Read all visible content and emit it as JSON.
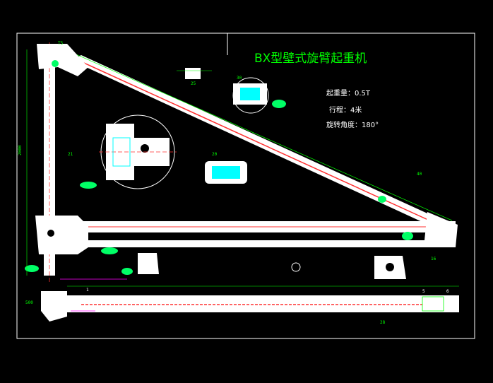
{
  "drawing": {
    "title": "BX型壁式旋臂起重机",
    "specs": [
      {
        "label": "起重量",
        "value": "0.5T"
      },
      {
        "label": "行程",
        "value": "4米"
      },
      {
        "label": "旋转角度",
        "value": "180°"
      }
    ],
    "spec_lines": [
      "起重量：0.5T",
      "行程：4米",
      "旋转角度：180°"
    ],
    "colors": {
      "background": "#000000",
      "frame": "#ffffff",
      "title": "#00ff00",
      "dimension": "#00ff00",
      "structure": "#ffffff",
      "rail": "#ff0000",
      "detail": "#00ffff",
      "accent": "#ff00ff",
      "highlight": "#00ff66"
    },
    "labels": {
      "top_left": "T5",
      "dim_vertical": "2000",
      "dim_lower": "500",
      "small_1": "21",
      "small_2": "20",
      "small_3": "40",
      "small_4": "25",
      "small_5": "30",
      "small_6": "16",
      "small_7": "28",
      "tag_a": "1",
      "tag_b": "5",
      "tag_c": "6"
    }
  }
}
